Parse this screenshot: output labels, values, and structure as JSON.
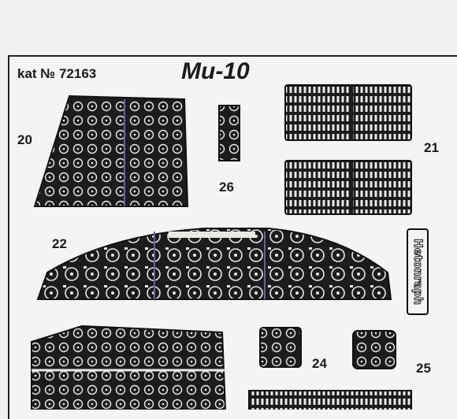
{
  "catalog": "kat № 72163",
  "model": "Mu-10",
  "part_numbers": [
    "20",
    "21",
    "22",
    "24",
    "25",
    "26"
  ],
  "brand_logo_text": "Hetonraph",
  "colors": {
    "background": "#f1f1ef",
    "panel": "#1c1c1c",
    "dial": "#e9e9e6",
    "accent": "#6a5ca8"
  }
}
